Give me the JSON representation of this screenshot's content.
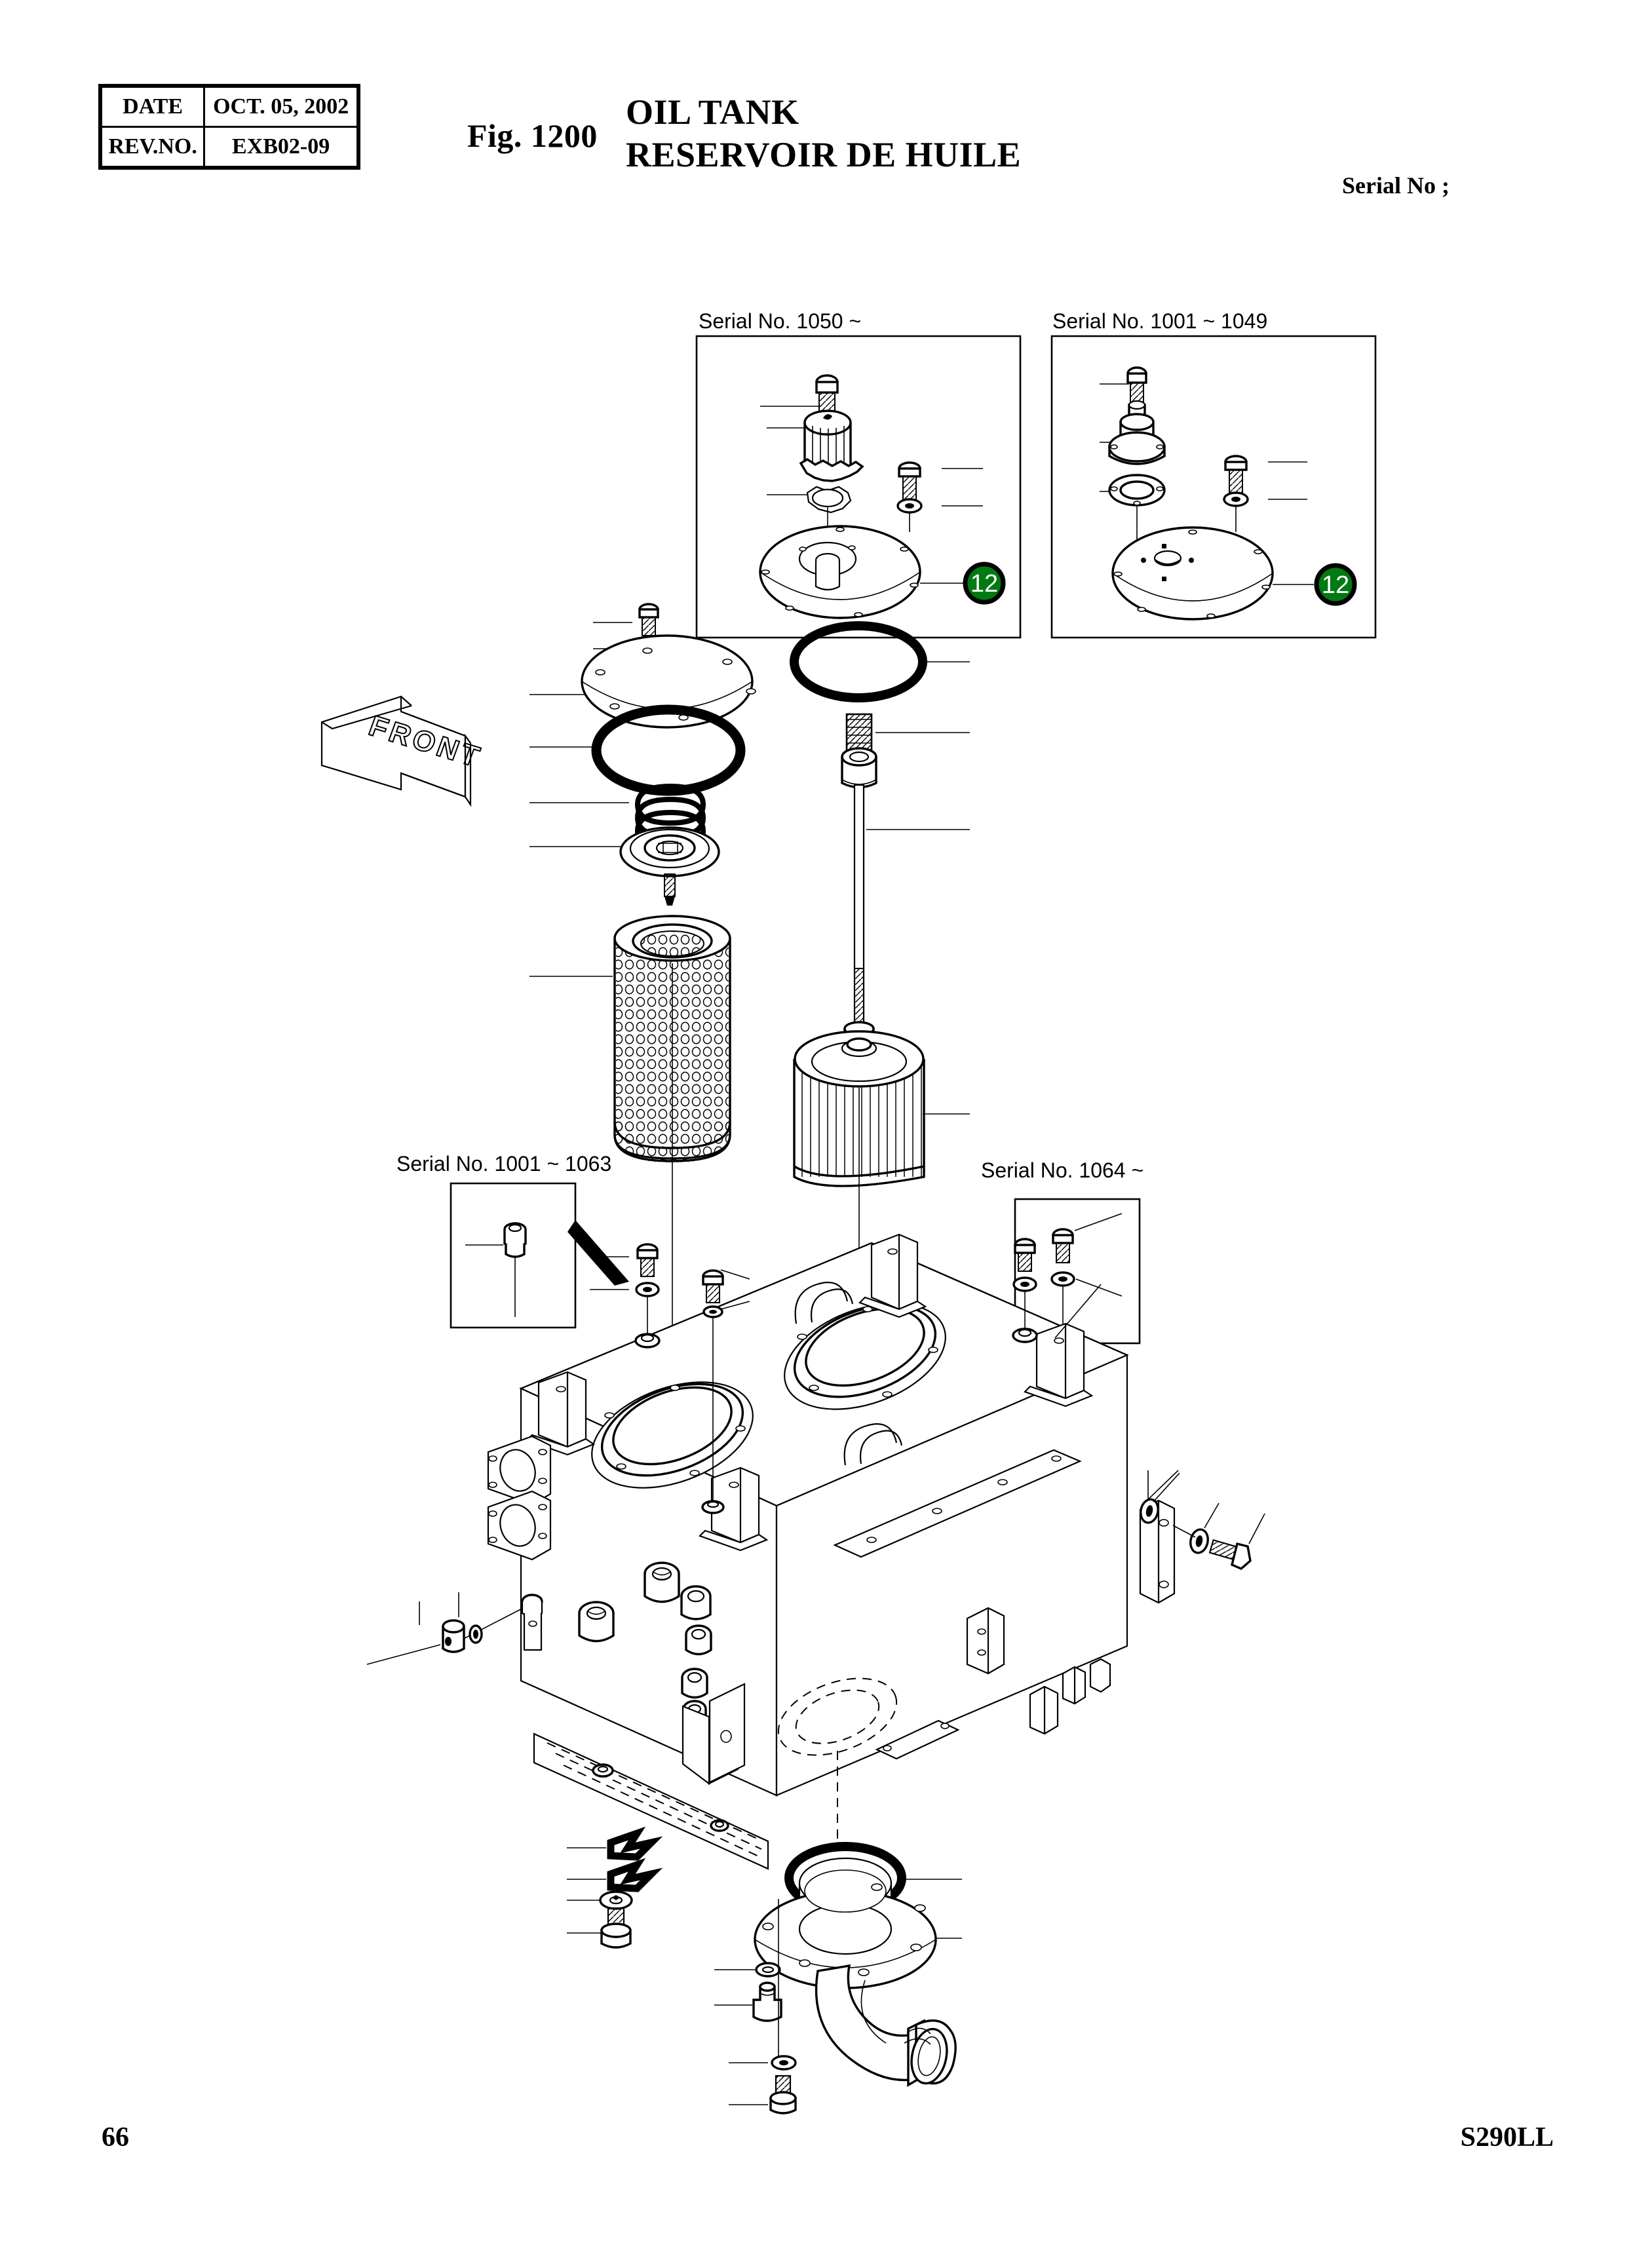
{
  "document": {
    "page_number": "66",
    "model_code": "S290LL",
    "figure_number": "Fig. 1200",
    "title_en": "OIL TANK",
    "title_fr": "RESERVOIR DE HUILE",
    "serial_no_header": "Serial No ;"
  },
  "header_table": {
    "rows": [
      {
        "key": "DATE",
        "value": "OCT. 05, 2002"
      },
      {
        "key": "REV.NO.",
        "value": "EXB02-09"
      }
    ]
  },
  "detail_boxes": [
    {
      "id": "breather-new",
      "caption": "Serial No. 1050 ~",
      "badge": "12",
      "badge_color": "#007a12"
    },
    {
      "id": "breather-old",
      "caption": "Serial No. 1001 ~ 1049",
      "badge": "12",
      "badge_color": "#007a12"
    },
    {
      "id": "plug-early",
      "caption": "Serial No. 1001 ~ 1063",
      "badge": "",
      "badge_color": ""
    },
    {
      "id": "bolt-washer-late",
      "caption": "Serial No. 1064 ~",
      "badge": "",
      "badge_color": ""
    }
  ],
  "direction_marker": {
    "label": "FRONT"
  },
  "colors": {
    "line": "#000000",
    "background": "#ffffff",
    "badge_green": "#007a12",
    "badge_text": "#ffffff"
  },
  "diagram": {
    "type": "exploded-parts-assembly",
    "subject": "Hydraulic oil tank (reservoir) exploded assembly, isometric projection",
    "groups": [
      "return filter cover assembly (left stack): cap bolt, washer, cover plate, O-ring, spring, valve disc, filter element",
      "suction filter assembly (right stack): O-ring, spring, bushing, tie rod, filter element",
      "tank body with two top openings, lifting brackets, side port flanges, threaded bosses",
      "bottom suction flange with O-ring, elbow hose, drain plug, bolts and washers",
      "clamp plates, washer and bolt at lower left",
      "flat bar bracket with washers and bolt at right"
    ]
  }
}
